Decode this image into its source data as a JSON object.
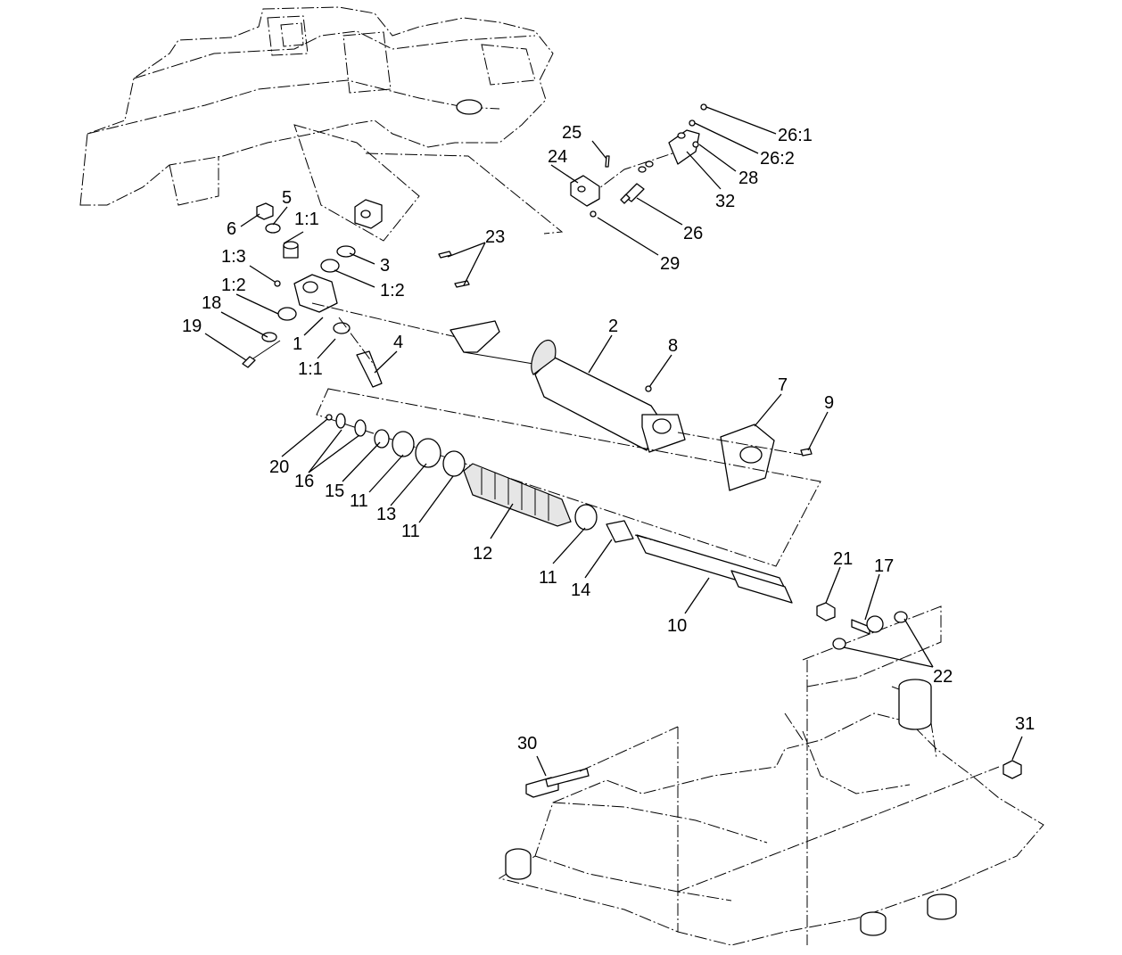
{
  "callouts": [
    {
      "id": "c1",
      "label": "1"
    },
    {
      "id": "c2",
      "label": "1:1"
    },
    {
      "id": "c3",
      "label": "1:1"
    },
    {
      "id": "c4",
      "label": "1:2"
    },
    {
      "id": "c5",
      "label": "1:2"
    },
    {
      "id": "c6",
      "label": "1:3"
    },
    {
      "id": "c7",
      "label": "2"
    },
    {
      "id": "c8",
      "label": "3"
    },
    {
      "id": "c9",
      "label": "4"
    },
    {
      "id": "c10",
      "label": "5"
    },
    {
      "id": "c11",
      "label": "6"
    },
    {
      "id": "c12",
      "label": "7"
    },
    {
      "id": "c13",
      "label": "8"
    },
    {
      "id": "c14",
      "label": "9"
    },
    {
      "id": "c15",
      "label": "10"
    },
    {
      "id": "c16",
      "label": "11"
    },
    {
      "id": "c17",
      "label": "11"
    },
    {
      "id": "c18",
      "label": "11"
    },
    {
      "id": "c19",
      "label": "12"
    },
    {
      "id": "c20",
      "label": "13"
    },
    {
      "id": "c21",
      "label": "14"
    },
    {
      "id": "c22",
      "label": "15"
    },
    {
      "id": "c23",
      "label": "16"
    },
    {
      "id": "c24",
      "label": "17"
    },
    {
      "id": "c25",
      "label": "18"
    },
    {
      "id": "c26",
      "label": "19"
    },
    {
      "id": "c27",
      "label": "20"
    },
    {
      "id": "c28",
      "label": "21"
    },
    {
      "id": "c29",
      "label": "22"
    },
    {
      "id": "c30",
      "label": "23"
    },
    {
      "id": "c31",
      "label": "24"
    },
    {
      "id": "c32",
      "label": "25"
    },
    {
      "id": "c33",
      "label": "26"
    },
    {
      "id": "c34",
      "label": "26:1"
    },
    {
      "id": "c35",
      "label": "26:2"
    },
    {
      "id": "c36",
      "label": "28"
    },
    {
      "id": "c37",
      "label": "29"
    },
    {
      "id": "c38",
      "label": "30"
    },
    {
      "id": "c39",
      "label": "31"
    },
    {
      "id": "c40",
      "label": "32"
    }
  ]
}
